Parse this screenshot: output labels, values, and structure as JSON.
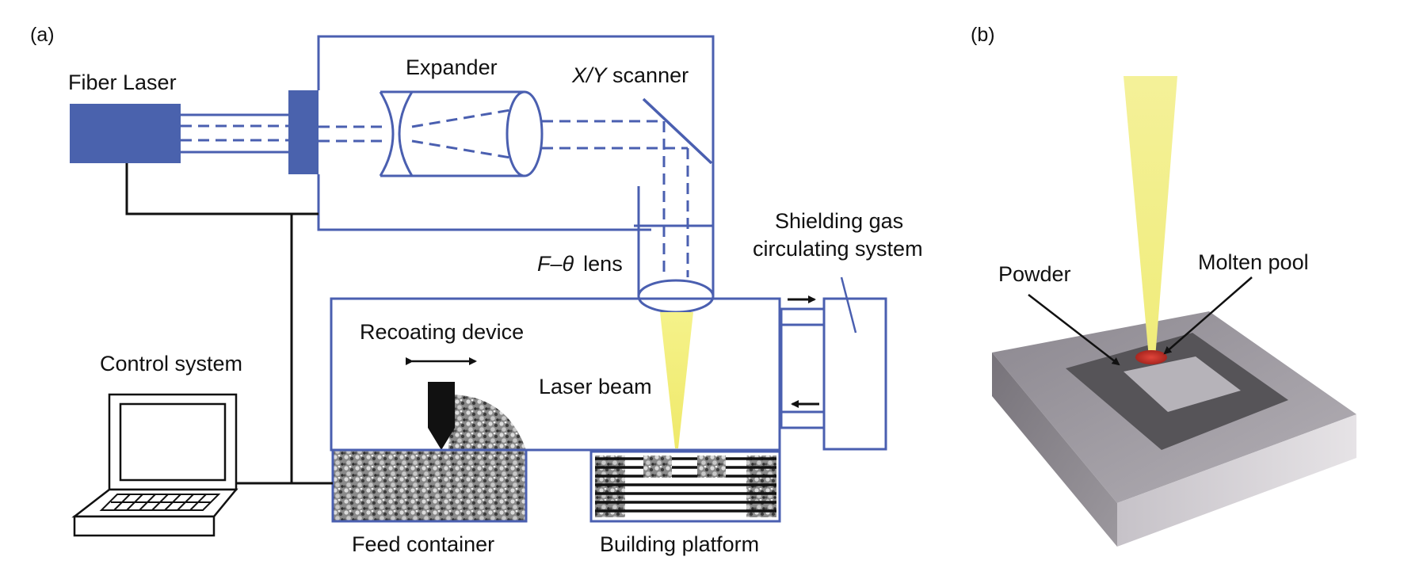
{
  "panel_a": {
    "tag": "(a)",
    "fiber_laser": "Fiber Laser",
    "expander": "Expander",
    "scanner_italic": "X/Y",
    "scanner_rest": " scanner",
    "lens_f": "F",
    "lens_theta": "–θ",
    "lens_rest": "lens",
    "shielding_line1": "Shielding gas",
    "shielding_line2": "circulating system",
    "recoating": "Recoating device",
    "control": "Control system",
    "laser_beam": "Laser beam",
    "feed": "Feed container",
    "building": "Building platform"
  },
  "panel_b": {
    "tag": "(b)",
    "powder": "Powder",
    "molten": "Molten pool"
  },
  "colors": {
    "line_blue": "#4a5fb0",
    "block_blue": "#4a62ad",
    "beam_yellow": "#f2ee8a",
    "melt_red": "#c0302a"
  }
}
